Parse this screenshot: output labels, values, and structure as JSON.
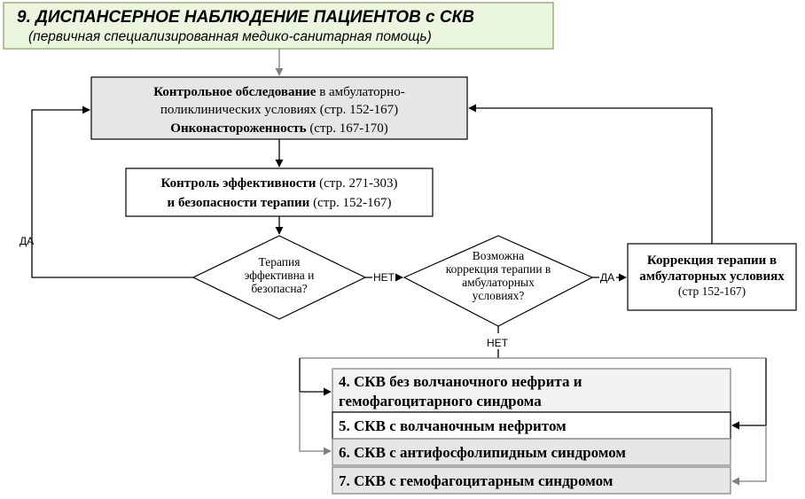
{
  "title": {
    "main": "9. ДИСПАНСЕРНОЕ НАБЛЮДЕНИЕ ПАЦИЕНТОВ с СКВ",
    "sub": "(первичная специализированная медико-санитарная помощь)"
  },
  "control_exam": {
    "line1_bold": "Контрольное обследование",
    "line1_rest": " в амбулаторно-",
    "line2": "поликлинических условиях (стр. 152-167)",
    "line3_bold": "Онконастороженность",
    "line3_rest": " (стр. 167-170)"
  },
  "efficacy_control": {
    "line1_bold": "Контроль эффективности",
    "line1_rest": " (стр. 271-303)",
    "line2_bold": "и безопасности терапии",
    "line2_rest": " (стр. 152-167)"
  },
  "decision_therapy": {
    "lines": [
      "Терапия",
      "эффективна и",
      "безопасна?"
    ]
  },
  "decision_correction": {
    "lines": [
      "Возможна",
      "коррекция терапии в",
      "амбулаторных",
      "условиях?"
    ]
  },
  "therapy_correction": {
    "line1": "Коррекция терапии в",
    "line2": "амбулаторных условиях",
    "line3": "(стр 152-167)"
  },
  "labels": {
    "yes_left": "ДА",
    "no_middle": "НЕТ",
    "yes_right": "ДА",
    "no_bottom": "НЕТ"
  },
  "scv_list": [
    {
      "line1": "4. СКВ без волчаночного нефрита и",
      "line2": "гемофагоцитарного синдрома"
    },
    {
      "line1": "5. СКВ с волчаночным нефритом"
    },
    {
      "line1": "6. СКВ с антифосфолипидным синдромом"
    },
    {
      "line1": "7. СКВ с гемофагоцитарным синдромом"
    }
  ],
  "colors": {
    "title_fill": "#ebf6df",
    "title_border": "#7f9f5f",
    "gray_fill": "#e6e6e6",
    "light_fill": "#f2f2f2",
    "white_fill": "#ffffff",
    "line": "#000000",
    "gray_line": "#7f7f7f"
  }
}
